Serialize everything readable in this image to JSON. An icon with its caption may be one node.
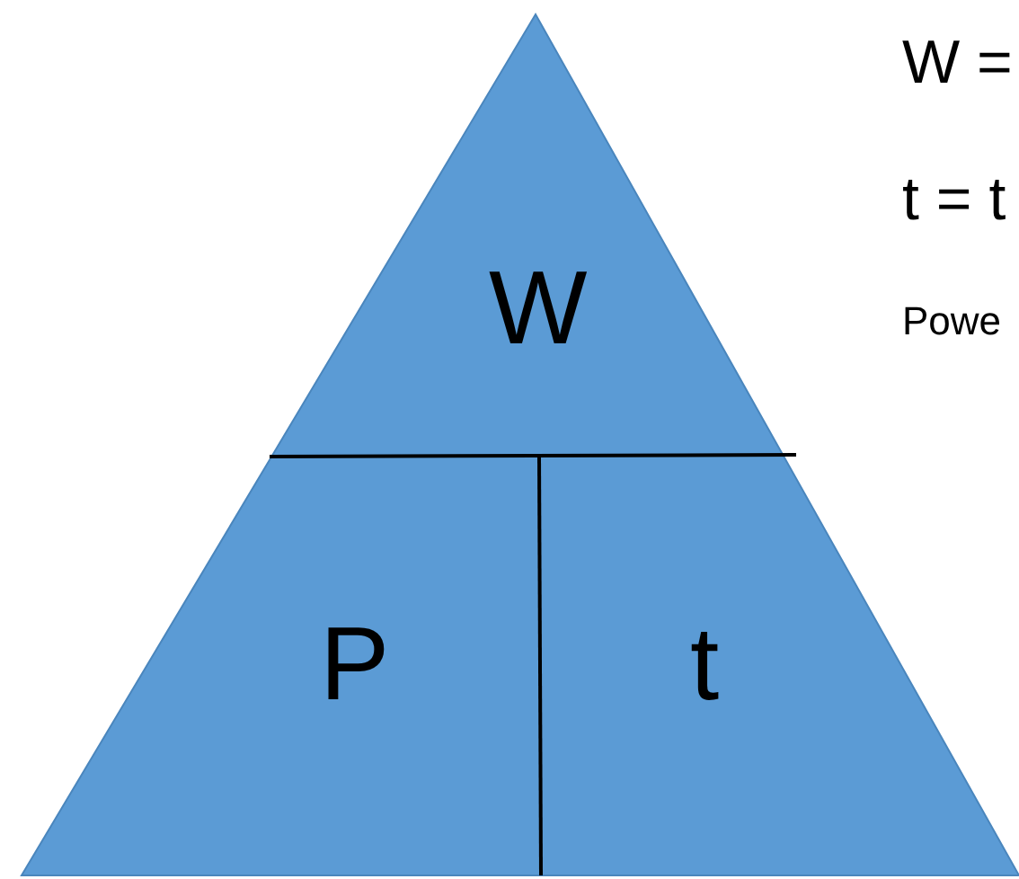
{
  "diagram": {
    "nodes": [
      {
        "text": [
          "W"
        ]
      },
      {
        "text": [
          "P"
        ]
      },
      {
        "text": [
          "t"
        ]
      }
    ],
    "labels": [
      "W =",
      "t = t",
      "Powe"
    ]
  }
}
